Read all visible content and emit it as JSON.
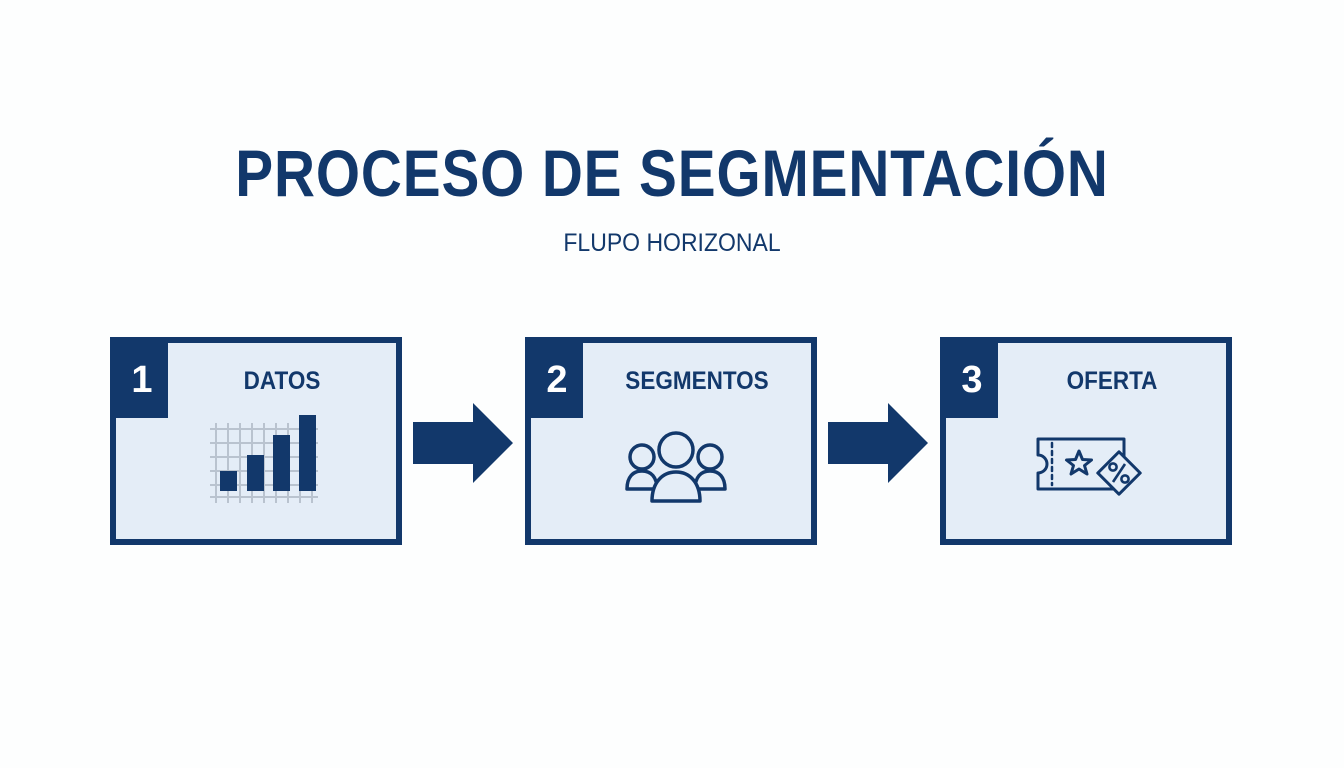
{
  "title": "PROCESO DE SEGMENTACIÓN",
  "subtitle": "FLUPO HORIZONAL",
  "steps": [
    {
      "number": "1",
      "label": "DATOS",
      "icon": "bar-chart-icon"
    },
    {
      "number": "2",
      "label": "SEGMENTOS",
      "icon": "people-group-icon"
    },
    {
      "number": "3",
      "label": "OFERTA",
      "icon": "discount-ticket-icon"
    }
  ],
  "colors": {
    "primary": "#12386b",
    "box_fill": "#e4edf7",
    "background": "#fdfefe",
    "grid": "#b9c3cf"
  }
}
